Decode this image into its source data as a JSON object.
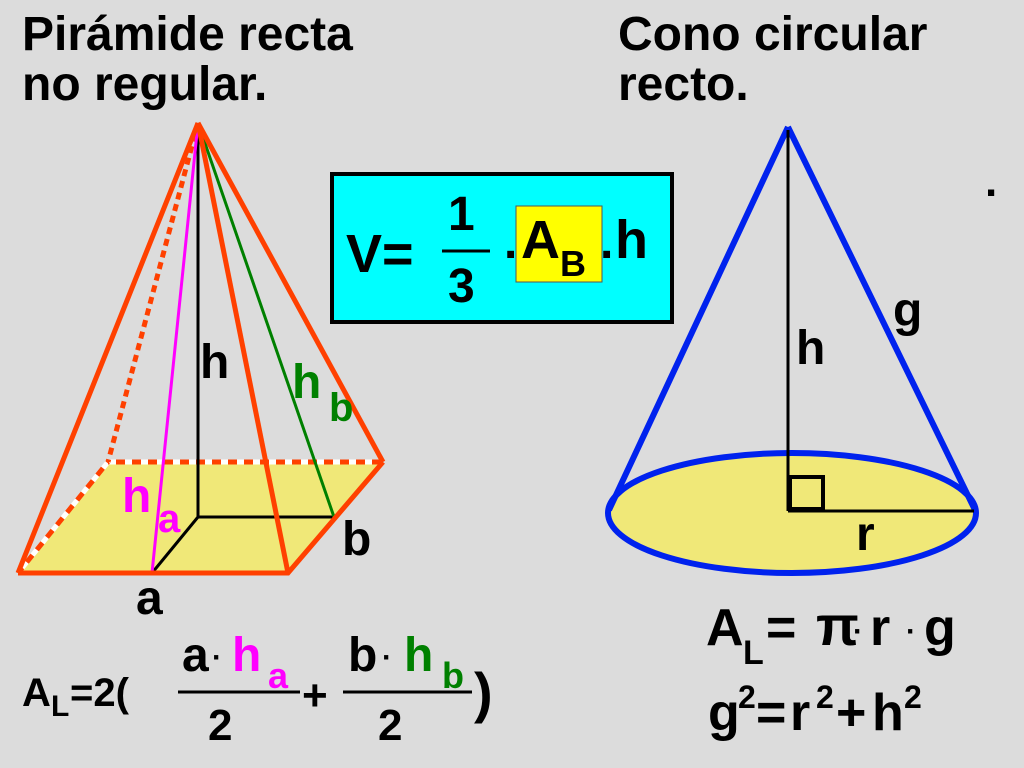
{
  "titles": {
    "pyramid_line1": "Pirámide recta",
    "pyramid_line2": "no regular.",
    "cone_line1": "Cono circular",
    "cone_line2": "recto."
  },
  "pyramid_labels": {
    "height": "h",
    "apothem_b": "h",
    "apothem_b_sub": "b",
    "apothem_a": "h",
    "apothem_a_sub": "a",
    "side_a": "a",
    "side_b": "b"
  },
  "cone_labels": {
    "height": "h",
    "generatrix": "g",
    "radius": "r",
    "dot": "."
  },
  "volume_formula": {
    "lhs": "V=",
    "numerator": "1",
    "denominator": "3",
    "dot1": ".",
    "area": "A",
    "area_sub": "B",
    "dot2": ".",
    "h": "h"
  },
  "pyramid_area_formula": {
    "lhs": "A",
    "lhs_sub": "L",
    "eq": "=2(",
    "num1_a": "a",
    "num1_h": "h",
    "num1_sub": "a",
    "den1": "2",
    "plus": "+",
    "num2_b": "b",
    "num2_h": "h",
    "num2_sub": "b",
    "den2": "2",
    "close": ")",
    "dot": "·"
  },
  "cone_formulas": {
    "area_lhs": "A",
    "area_sub": "L",
    "area_eq": "=",
    "pi": "π",
    "r": "r",
    "g": "g",
    "dot": "·",
    "pyth_g": "g",
    "pyth_r": "r",
    "pyth_h": "h",
    "exp": "2",
    "pyth_eq": "=",
    "pyth_plus": "+"
  },
  "colors": {
    "background": "#dcdcdc",
    "pyramid_edge": "#ff4000",
    "base_fill": "#f0e878",
    "apothem_a": "#ff00ff",
    "apothem_b": "#008000",
    "cone_edge": "#0022ee",
    "box_fill": "#00ffff",
    "area_highlight": "#ffff00"
  }
}
